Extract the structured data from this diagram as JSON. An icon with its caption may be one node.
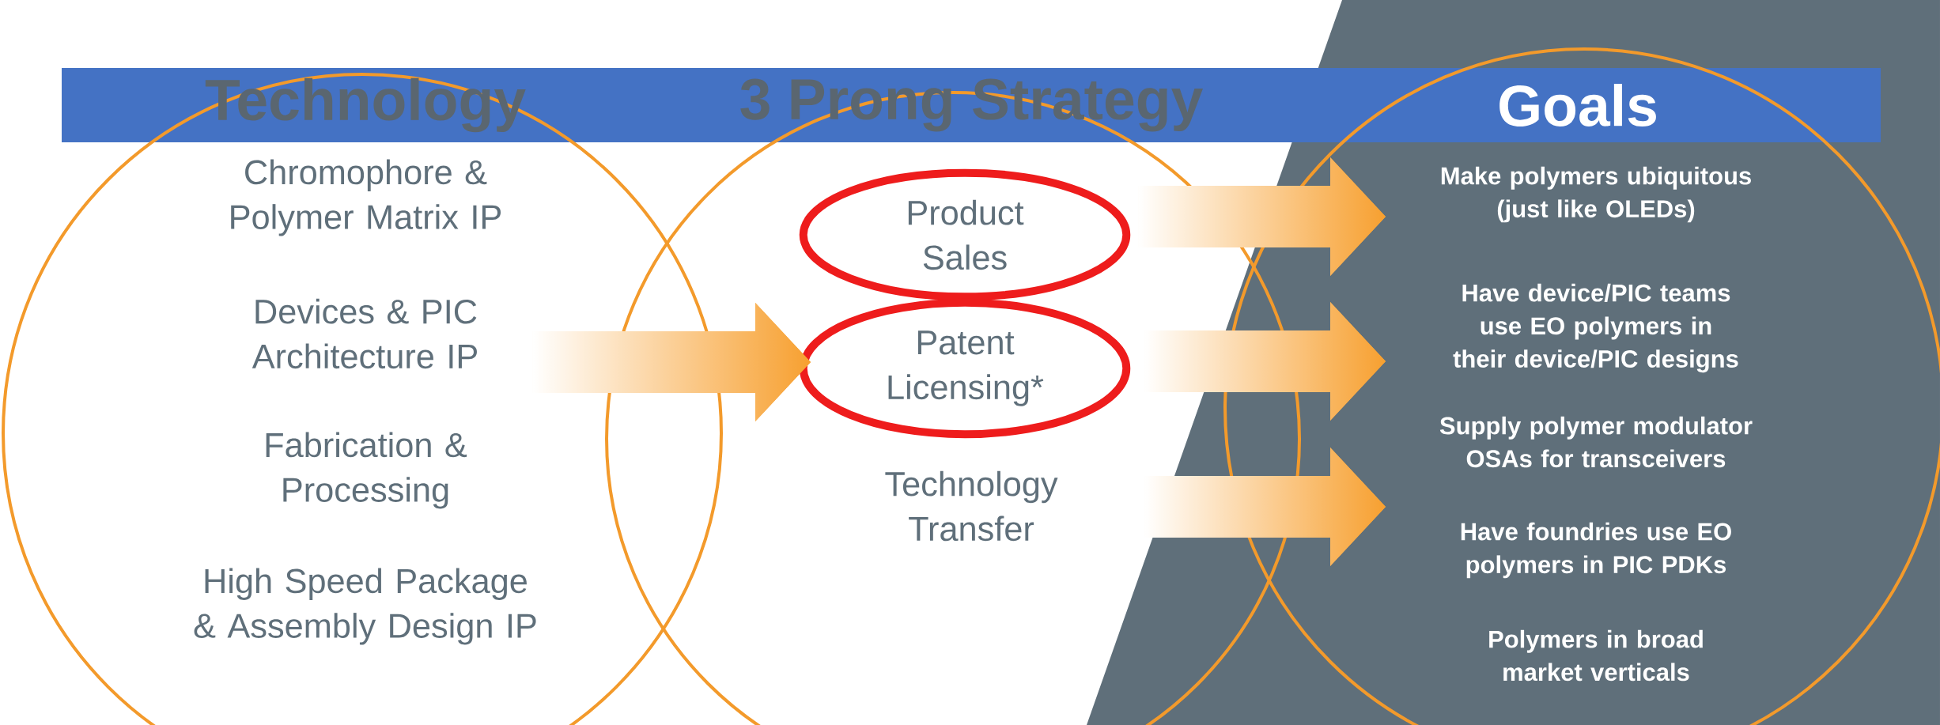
{
  "diagram": {
    "nodes": [
      {
        "text": [
          "Technology",
          "Chromophore & Polymer Matrix  IP",
          "Devices & PIC Architecture IP",
          "Fabrication & Processing",
          "High Speed Package & Assembly Design IP"
        ]
      },
      {
        "text": [
          "3 Prong Strategy",
          "Technology Transfer"
        ]
      },
      {
        "text": [
          "Product Sales"
        ],
        "in": 1
      },
      {
        "text": [
          "Patent Licensing*"
        ],
        "in": 1
      },
      {
        "text": [
          "Goals",
          "Make polymers ubiquitous (just like OLEDs)",
          "Have device/PIC teams use EO polymers in their device/PIC designs",
          "Supply polymer modulator OSAs for transceivers",
          "Have foundries use EO polymers in PIC PDKs",
          "Polymers in broad market verticals"
        ]
      }
    ],
    "edges": [
      {
        "from": 0,
        "to": 3,
        "arrow": "to"
      },
      {
        "from": 2,
        "to": 4,
        "arrow": "to"
      },
      {
        "from": 3,
        "to": 4,
        "arrow": "to"
      },
      {
        "from": 1,
        "to": 4,
        "arrow": "to"
      }
    ]
  }
}
